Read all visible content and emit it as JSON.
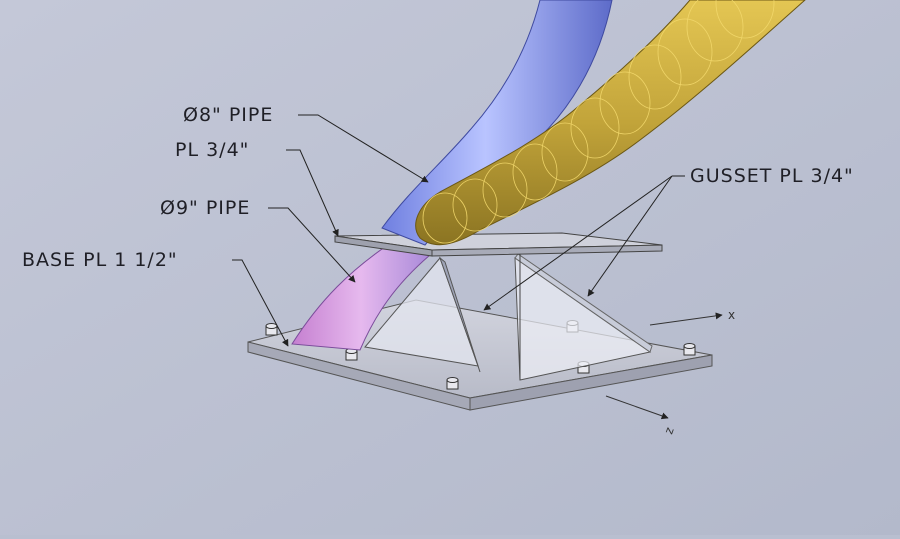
{
  "labels": {
    "pipe_8": "Ø8\" PIPE",
    "pl_34": "PL 3/4\"",
    "pipe_9": "Ø9\" PIPE",
    "base_pl": "BASE PL 1 1/2\"",
    "gusset": "GUSSET PL 3/4\""
  },
  "axes": {
    "x": "x",
    "z": "z"
  },
  "colors": {
    "background": "#b9bfd0",
    "blue_pipe": "#8f9ff0",
    "gold_pipe": "#c2a43a",
    "plate": "#c9cbd6",
    "pink_pipe": "#cf9ad6"
  }
}
